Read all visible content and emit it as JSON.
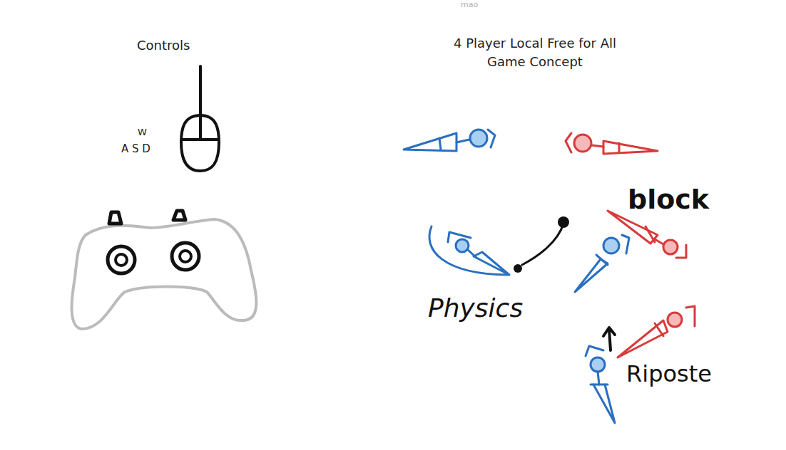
{
  "diagram": {
    "title": "4 Player Local Free for All Game Concept",
    "labels": [
      "mao",
      "Controls",
      "W",
      "A S D",
      "Physics",
      "block",
      "Riposte"
    ]
  }
}
